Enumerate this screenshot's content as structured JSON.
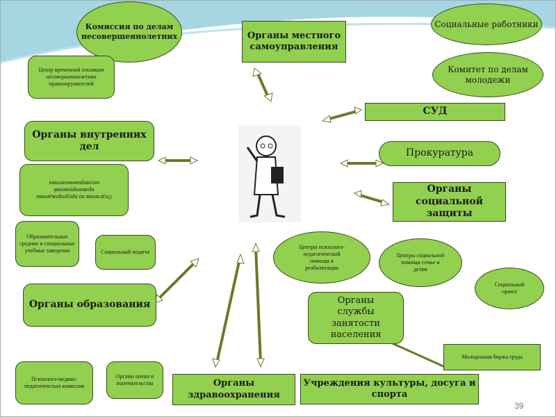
{
  "nodes": {
    "commission": "Комиссия по делам несовершеннолетних",
    "isolation": "Центр временной изоляции несовершеннолетних правонарушителей",
    "local_gov": "Органы местного самоуправления",
    "social_workers": "Социальные работники",
    "youth_committee": "Комитет по делам молодежи",
    "court": "СУД",
    "internal_affairs": "Органы внутренних дел",
    "prosecution": "Прокуратура",
    "prevention_dept": "Отделения по предупреждению правонарушений несовершеннолетних",
    "social_protection": "Органы социальной защиты",
    "schools": "Образовательные средние и специальные учебные заведения",
    "social_teacher": "Социальный педагог",
    "psych_centers": "Центры психолого-педагогической помощи и реабилитации",
    "family_centers": "Центры социальной помощи семье и детям",
    "shelter": "Социальный приют",
    "education": "Органы образования",
    "employment": "Органы службы занятости населения",
    "youth_exchange": "Молодежная биржа труда",
    "pmpc": "Психолого-медико-педагогическая комиссия",
    "guardianship": "Органы опеки и попечительства",
    "health": "Органы здравоохранения",
    "culture": "Учреждения культуры, досуга и спорта"
  },
  "page_number": "39",
  "colors": {
    "node": "#92d050",
    "arrow": "#6b7a2a"
  }
}
